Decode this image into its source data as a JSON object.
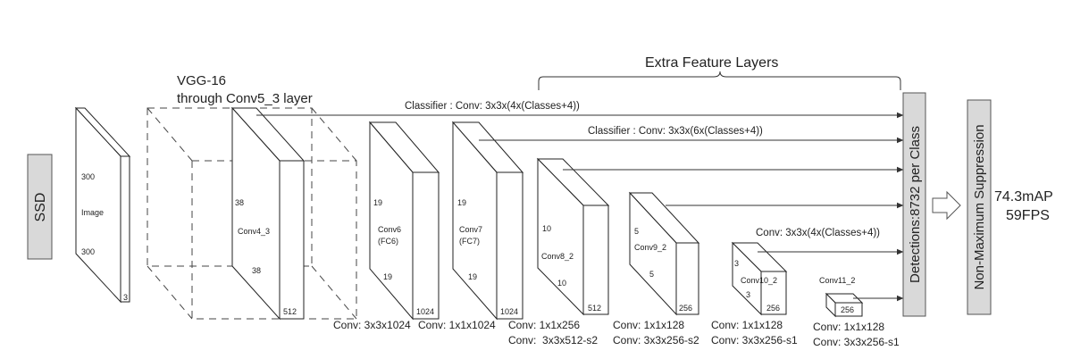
{
  "title": {
    "vgg": [
      "VGG-16",
      "through Conv5_3 layer"
    ],
    "extra": "Extra Feature Layers"
  },
  "ssd_label": "SSD",
  "detections_label": "Detections:8732 per Class",
  "nms_label": "Non-Maximum Suppression",
  "result": {
    "map": "74.3mAP",
    "fps": "59FPS"
  },
  "classifiers": {
    "c1": "Classifier : Conv: 3x3x(4x(Classes+4))",
    "c2": "Classifier : Conv: 3x3x(6x(Classes+4))",
    "c3": "Conv: 3x3x(4x(Classes+4))"
  },
  "blocks": {
    "image": {
      "name": "Image",
      "h": "300",
      "w": "300",
      "d": "3"
    },
    "conv4": {
      "name": "Conv4_3",
      "h": "38",
      "w": "38",
      "d": "512"
    },
    "conv6": {
      "name": [
        "Conv6",
        "(FC6)"
      ],
      "h": "19",
      "w": "19",
      "d": "1024"
    },
    "conv7": {
      "name": [
        "Conv7",
        "(FC7)"
      ],
      "h": "19",
      "w": "19",
      "d": "1024"
    },
    "conv8": {
      "name": "Conv8_2",
      "h": "10",
      "w": "10",
      "d": "512"
    },
    "conv9": {
      "name": "Conv9_2",
      "h": "5",
      "w": "5",
      "d": "256"
    },
    "conv10": {
      "name": "Conv10_2",
      "h": "3",
      "w": "3",
      "d": "256"
    },
    "conv11": {
      "name": "Conv11_2",
      "d": "256"
    }
  },
  "ops": {
    "a": "Conv: 3x3x1024",
    "b": "Conv: 1x1x1024",
    "c1": "Conv: 1x1x256",
    "c2": "Conv:  3x3x512-s2",
    "d1": "Conv: 1x1x128",
    "d2": "Conv: 3x3x256-s2",
    "e1": "Conv: 1x1x128",
    "e2": "Conv: 3x3x256-s1",
    "f1": "Conv: 1x1x128",
    "f2": "Conv: 3x3x256-s1"
  }
}
